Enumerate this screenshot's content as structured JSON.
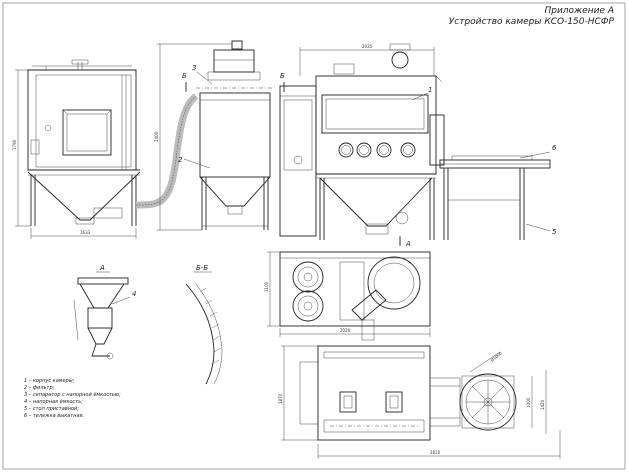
{
  "header": {
    "appendix": "Приложение А",
    "title": "Устройство камеры КСО-150-НСФР"
  },
  "dimensions": {
    "left_height": "1790",
    "left_width": "1633",
    "mid_height": "2400",
    "top_width": "2035",
    "plan_depth": "1100",
    "plan_width": "2020",
    "bottom_depth": "1870",
    "bottom_width": "2810",
    "bottom_diag": "Ø1000",
    "bottom_side": "1000",
    "bottom_h": "1420"
  },
  "callouts": {
    "n1": "1",
    "n2": "2",
    "n3": "3",
    "n4": "4",
    "n5": "5",
    "n6": "6"
  },
  "section_marks": {
    "b_left": "Б",
    "b_right": "Б",
    "a_mark": "А",
    "view_a": "А",
    "view_bb": "Б-Б"
  },
  "legend": [
    "1 – корпус камеры;",
    "2 – фильтр;",
    "3 – сепаратор с напорной ёмкостью;",
    "4 – напорная ёмкость;",
    "5 – стол приставной;",
    "6 – тележка выкатная."
  ]
}
